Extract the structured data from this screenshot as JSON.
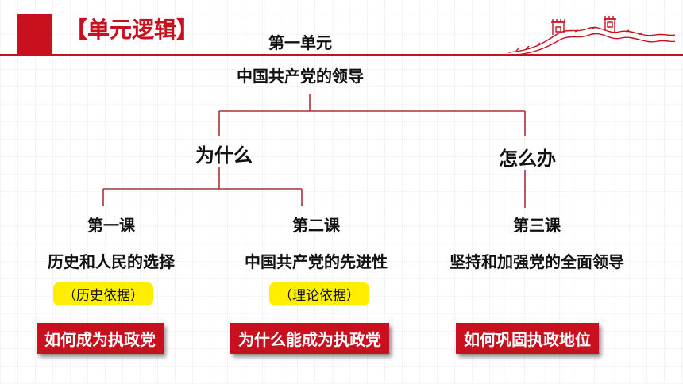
{
  "header": {
    "tag": "【单元逻辑】"
  },
  "root": {
    "unit": "第一单元",
    "theme": "中国共产党的领导"
  },
  "branches": [
    {
      "label": "为什么"
    },
    {
      "label": "怎么办"
    }
  ],
  "lessons": [
    {
      "name": "第一课",
      "title": "历史和人民的选择",
      "basis": "（历史依据）",
      "question": "如何成为执政党"
    },
    {
      "name": "第二课",
      "title": "中国共产党的先进性",
      "basis": "（理论依据）",
      "question": "为什么能成为执政党"
    },
    {
      "name": "第三课",
      "title": "坚持和加强党的全面领导",
      "basis": "",
      "question": "如何巩固执政地位"
    }
  ],
  "colors": {
    "accent_red": "#c8101e",
    "highlight_yellow": "#ffee00",
    "connector_line": "#a8323a"
  },
  "icons": {
    "decoration": "great-wall-icon"
  }
}
